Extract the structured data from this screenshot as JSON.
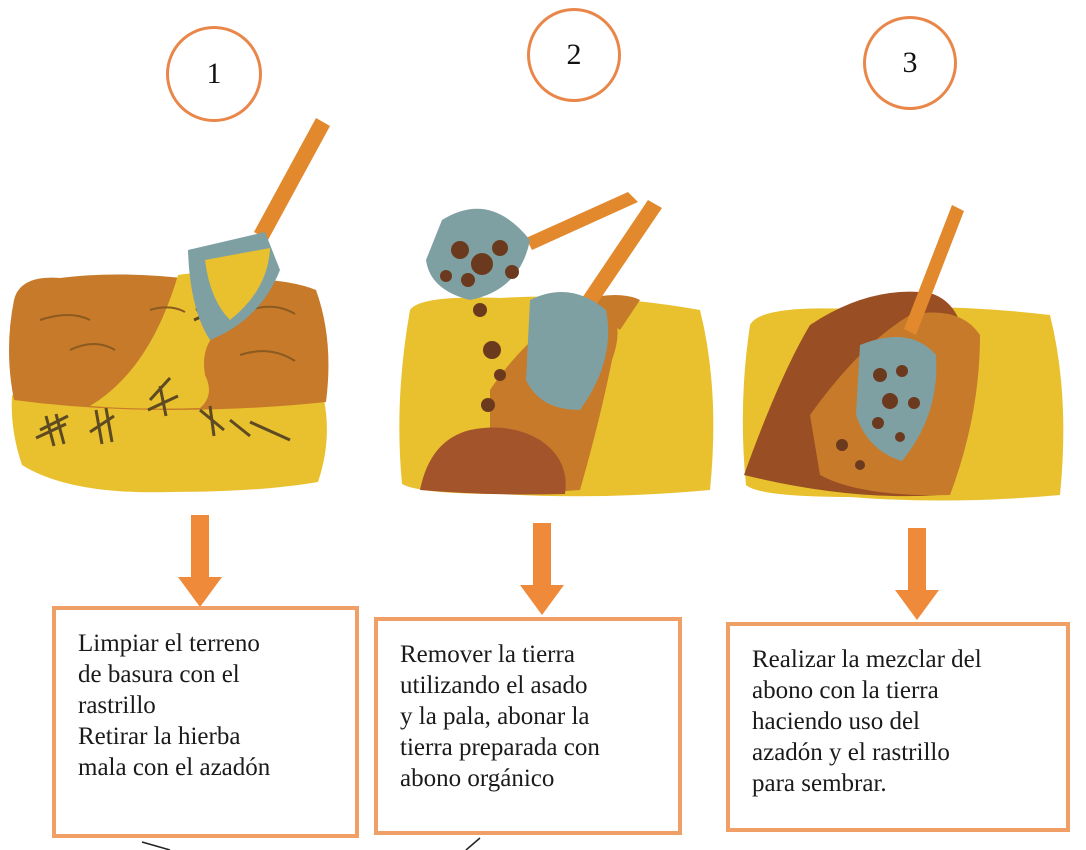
{
  "steps": [
    {
      "number": "1",
      "lines": [
        "Limpiar el terreno",
        "de basura con el",
        "rastrillo",
        "Retirar la hierba",
        "mala con el azadón"
      ]
    },
    {
      "number": "2",
      "lines": [
        "Remover la tierra",
        "utilizando el asado",
        "y la pala, abonar la",
        "tierra preparada con",
        "abono orgánico"
      ]
    },
    {
      "number": "3",
      "lines": [
        " Realizar la mezclar del",
        "abono con la tierra",
        "haciendo uso del",
        "azadón y el rastrillo",
        "para sembrar."
      ]
    }
  ],
  "colors": {
    "circle_border": "#e9874a",
    "arrow": "#ef8a3a",
    "box_border": "#f0a066",
    "soil_yellow": "#e9c12f",
    "soil_brown": "#c67a2a",
    "dark_soil": "#9a4e24",
    "shovel_blade": "#7fa0a3",
    "shovel_handle": "#e2892e"
  },
  "icons": [
    "shovel-icon",
    "soil-block-icon",
    "down-arrow-icon"
  ]
}
